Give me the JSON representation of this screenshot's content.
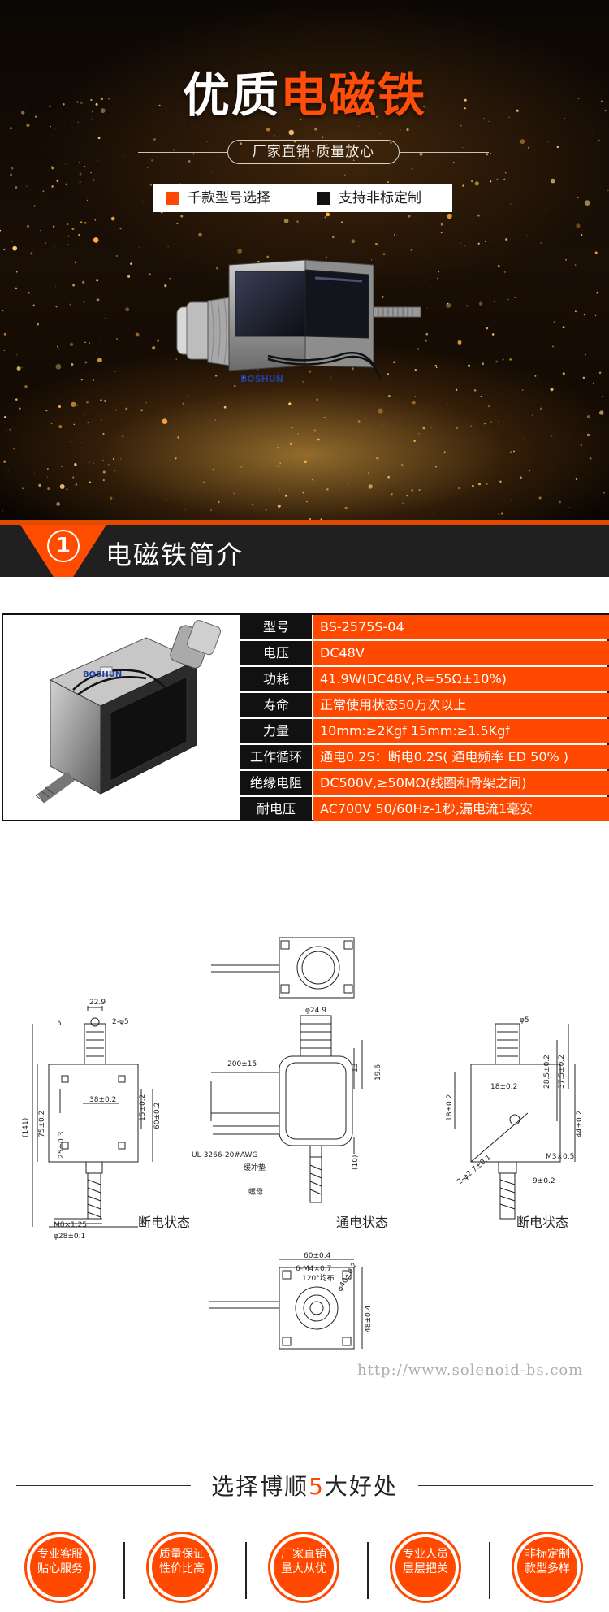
{
  "hero": {
    "title_part1": "优质",
    "title_part2": "电磁铁",
    "subtitle": "厂家直销·质量放心",
    "features": [
      {
        "label": "千款型号选择",
        "color": "#ff4800"
      },
      {
        "label": "支持非标定制",
        "color": "#111111"
      }
    ],
    "product_logo": "BOSHUN"
  },
  "section1": {
    "number": "①",
    "title": "电磁铁简介"
  },
  "spec_table": {
    "rows": [
      {
        "label": "型号",
        "value": "BS-2575S-04"
      },
      {
        "label": "电压",
        "value": "DC48V"
      },
      {
        "label": "功耗",
        "value": "41.9W(DC48V,R=55Ω±10%)"
      },
      {
        "label": "寿命",
        "value": "正常使用状态50万次以上"
      },
      {
        "label": "力量",
        "value": "10mm:≥2Kgf  15mm:≥1.5Kgf"
      },
      {
        "label": "工作循环",
        "value": "通电0.2S：断电0.2S( 通电频率 ED 50% )"
      },
      {
        "label": "绝缘电阻",
        "value": "DC500V,≥50MΩ(线圈和骨架之间)"
      },
      {
        "label": "耐电压",
        "value": "AC700V 50/60Hz-1秒,漏电流1毫安"
      }
    ]
  },
  "drawing": {
    "states": [
      "断电状态",
      "通电状态",
      "断电状态"
    ],
    "dims_left": [
      "22.9",
      "5",
      "2-φ5",
      "38±0.2",
      "15±0.2",
      "60±0.2",
      "75±0.2",
      "(141)",
      "25±0.3",
      "M8×1.25",
      "φ28±0.1"
    ],
    "dims_center": [
      "φ24.9",
      "13",
      "19.6",
      "200±15",
      "UL-3266-20#AWG",
      "缓冲垫",
      "螺母",
      "(10)"
    ],
    "dims_right": [
      "φ5",
      "28.5±0.2",
      "37.5±0.2",
      "18±0.2",
      "18±0.2",
      "44±0.2",
      "2-φ2.7±0.1",
      "M3×0.5",
      "9±0.2"
    ],
    "dims_bottom": [
      "60±0.4",
      "6-M4×0.7",
      "120°均布",
      "φ40±0.2",
      "48±0.4"
    ],
    "watermark": "http://www.solenoid-bs.com"
  },
  "advantages": {
    "title_part1": "选择博顺",
    "title_num": "5",
    "title_part2": "大好处",
    "accent": "#ff4800",
    "items": [
      {
        "line1": "专业客服",
        "line2": "贴心服务"
      },
      {
        "line1": "质量保证",
        "line2": "性价比高"
      },
      {
        "line1": "厂家直销",
        "line2": "量大从优"
      },
      {
        "line1": "专业人员",
        "line2": "层层把关"
      },
      {
        "line1": "非标定制",
        "line2": "款型多样"
      }
    ]
  }
}
